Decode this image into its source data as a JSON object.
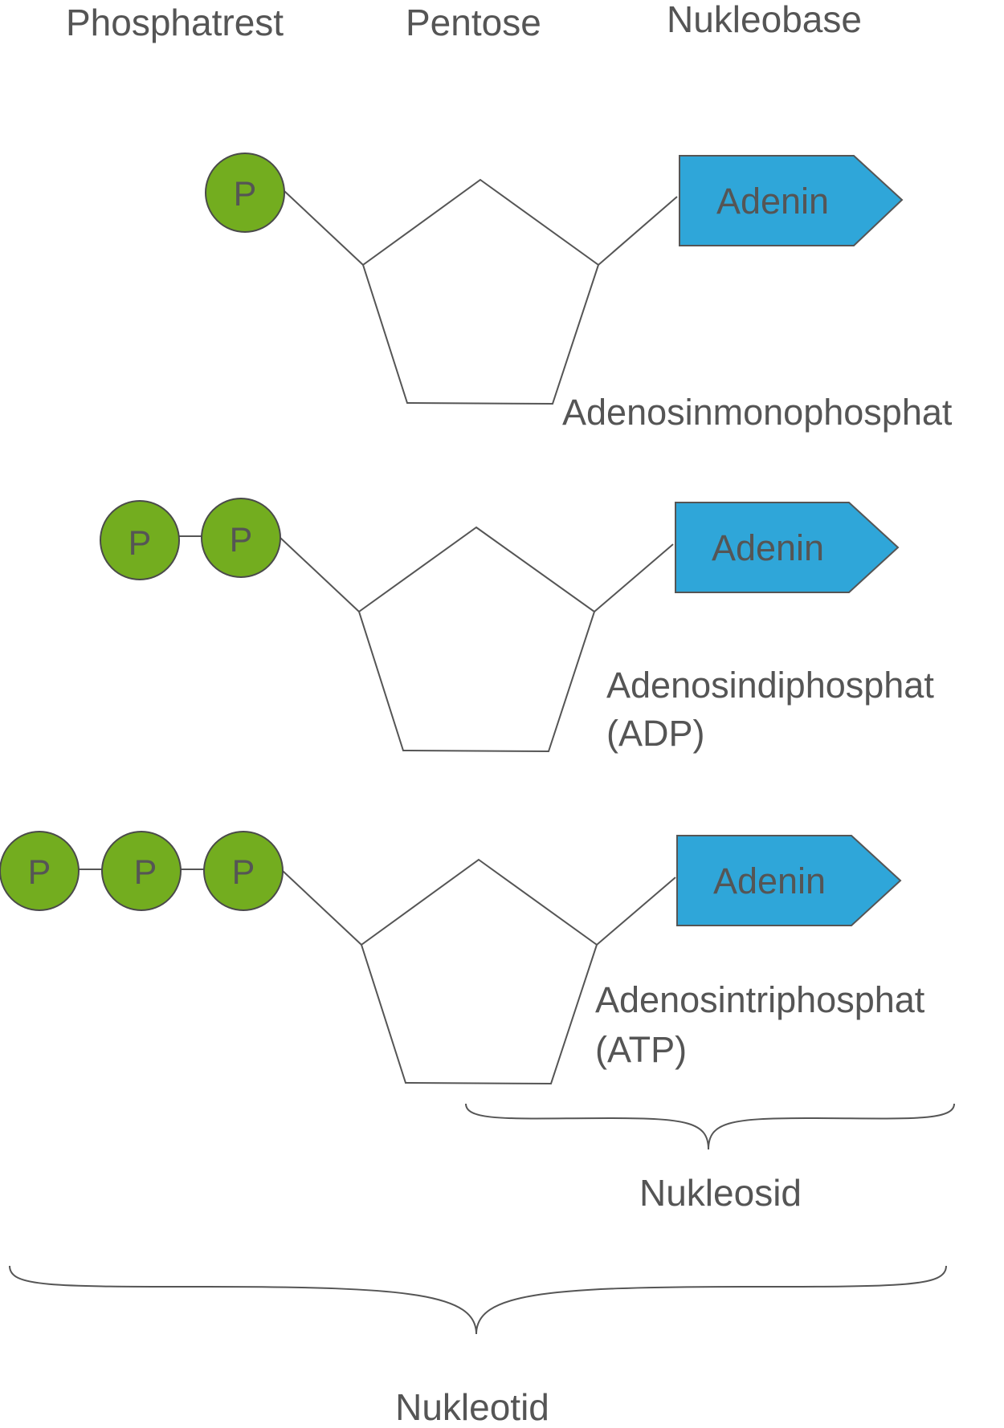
{
  "headers": {
    "phosphate": "Phosphatrest",
    "pentose": "Pentose",
    "nucleobase": "Nukleobase"
  },
  "molecules": [
    {
      "phosphates": [
        "P"
      ],
      "base": "Adenin",
      "name": "Adenosinmonophosphat"
    },
    {
      "phosphates": [
        "P",
        "P"
      ],
      "base": "Adenin",
      "name_line1": "Adenosindiphosphat",
      "name_line2": "(ADP)"
    },
    {
      "phosphates": [
        "P",
        "P",
        "P"
      ],
      "base": "Adenin",
      "name_line1": "Adenosintriphosphat",
      "name_line2": "(ATP)"
    }
  ],
  "braces": {
    "nucleoside": "Nukleosid",
    "nucleotide": "Nukleotid"
  },
  "colors": {
    "phosphate": "#73ad1f",
    "adenine": "#2fa6d9",
    "text": "#555555"
  }
}
